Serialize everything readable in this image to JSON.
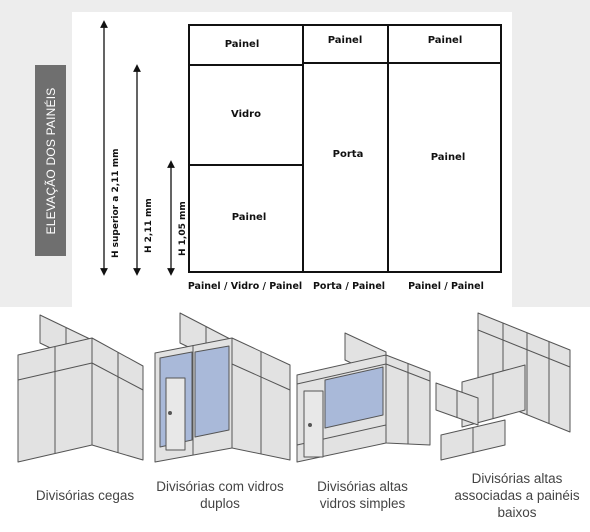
{
  "side_label": "ELEVAÇÃO DOS PAINÉIS",
  "dimensions": {
    "h_superior": "H superior a 2,11 mm",
    "h_211": "H 2,11 mm",
    "h_105": "H 1,05 mm"
  },
  "elevation": {
    "col1": {
      "top": "Painel",
      "middle": "Vidro",
      "bottom": "Painel",
      "label": "Painel / Vidro / Painel"
    },
    "col2": {
      "top": "Painel",
      "middle": "Porta",
      "label": "Porta / Painel"
    },
    "col3": {
      "top": "Painel",
      "middle": "Painel",
      "label": "Painel / Painel"
    }
  },
  "captions": [
    "Divisórias cegas",
    "Divisórias com vidros duplos",
    "Divisórias altas vidros simples",
    "Divisórias altas associadas a painéis baixos"
  ],
  "colors": {
    "wall_fill": "#e2e2e2",
    "glass_fill": "#a9b9d9",
    "side_label_bg": "#6f6f6f"
  }
}
